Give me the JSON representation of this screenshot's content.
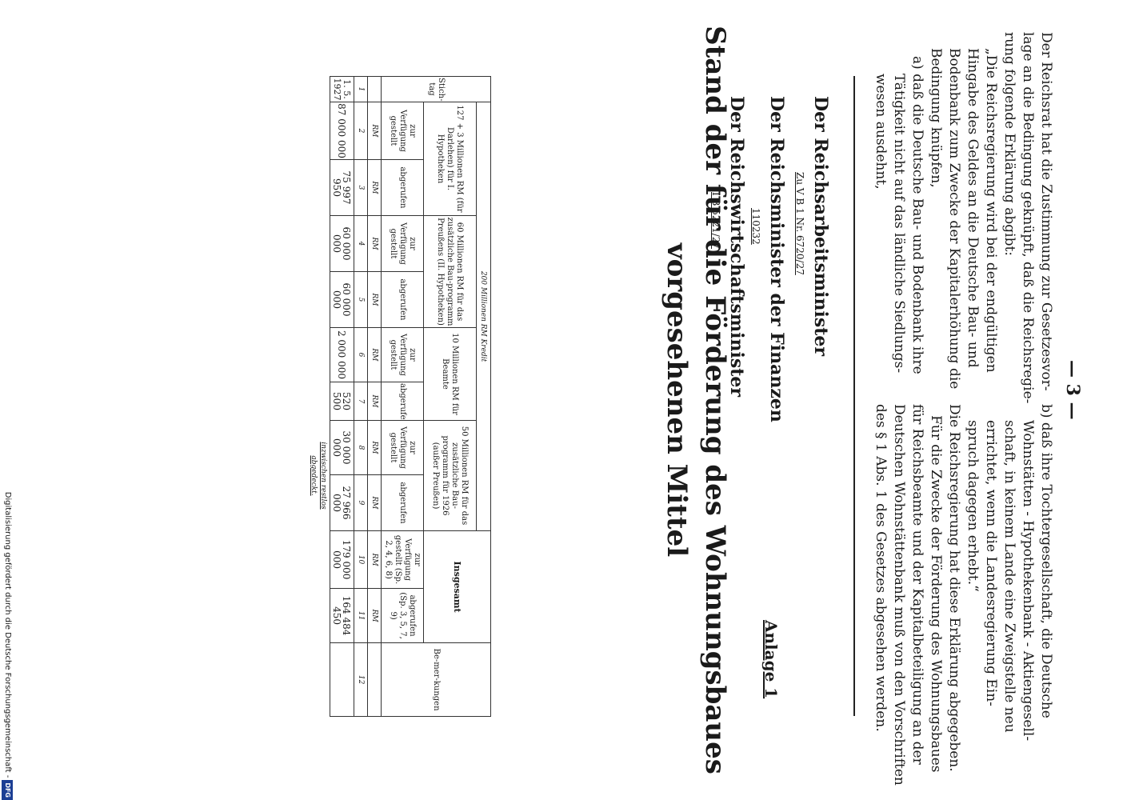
{
  "page_number": "— 3 —",
  "left_column": {
    "para1": [
      "Der Reichsrat hat die Zustimmung zur Gesetzesvor-",
      "lage an die Bedingung geknüpft, daß die Reichsregie-",
      "rung folgende Erklärung abgibt:"
    ],
    "quote": [
      "„Die Reichsregierung wird bei der endgültigen",
      "Hingabe des Geldes an die Deutsche Bau- und",
      "Bodenbank zum Zwecke der Kapitalerhöhung die",
      "Bedingung knüpfen,"
    ],
    "item_a": [
      "a) daß die Deutsche Bau- und Bodenbank ihre",
      "Tätigkeit nicht auf das ländliche Siedlungs-",
      "wesen ausdehnt,"
    ]
  },
  "right_column": {
    "item_b": [
      "b) daß ihre Tochtergesellschaft, die Deutsche",
      "Wohnstätten - Hypothekenbank - Aktiengesell-",
      "schaft, in keinem Lande eine Zweigstelle neu",
      "errichtet, wenn die Landesregierung Ein-",
      "spruch dagegen erhebt.“"
    ],
    "para2": [
      "Die Reichsregierung hat diese Erklärung abgegeben.",
      "Für die Zwecke der Förderung des Wohnungsbaues",
      "für Reichsbeamte und der Kapitalbeteiligung an der",
      "Deutschen Wohnstättenbank muß von den Vorschriften",
      "des § 1 Abs. 1 des Gesetzes abgesehen werden."
    ]
  },
  "signatures": [
    {
      "title": "Der Reichsarbeitsminister",
      "ref": "Zu V B 1 Nr. 6720/27"
    },
    {
      "title": "Der Reichsminister der Finanzen",
      "ref": "110232"
    },
    {
      "title": "Der Reichswirtschaftsminister",
      "ref": "I B 5221/27"
    }
  ],
  "annex_label": "Anlage 1",
  "title_line1": "Stand der für die Förderung des Wohnungsbaues",
  "title_line2": "vorgesehenen Mittel",
  "table": {
    "col_stichtag": "Stich-tag",
    "super_header": "200 Millionen RM Kredit",
    "group1": "127 + 3 Millionen RM (für Darlehen) für I. Hypotheken",
    "group2": "60 Millionen RM für das zusätzliche Bau-programm Preußens (II. Hypotheken)",
    "group3": "10 Millionen RM für Beamte",
    "group4": "50 Millionen RM für das zusätzliche Bau-programm für 1926 (außer Preußen)",
    "group_total": "Insgesamt",
    "col_bemerkungen": "Be-mer-kungen",
    "sub_zur": "zur Verfügung gestellt",
    "sub_abgerufen": "abgerufen",
    "sub_total_zur": "zur Verfügung gestellt (Sp. 2, 4, 6, 8)",
    "sub_total_abg": "abgerufen (Sp. 3, 5, 7, 9)",
    "unit": "RM",
    "col_numbers": [
      "1",
      "2",
      "3",
      "4",
      "5",
      "6",
      "7",
      "8",
      "9",
      "10",
      "11",
      "12"
    ],
    "row": {
      "date": "1. 5. 1927",
      "values": [
        "87 000 000",
        "75 997 950",
        "60 000 000",
        "60 000 000",
        "2 000 000",
        "520 500",
        "30 000 000",
        "27 966 000",
        "179 000 000",
        "164 484 450",
        ""
      ]
    },
    "note": "inzwischen restlos abgedeckt."
  },
  "footer": "Digitalisierung gefördert durch die Deutsche Forschungsgemeinschaft -",
  "footer_logo": "DFG"
}
